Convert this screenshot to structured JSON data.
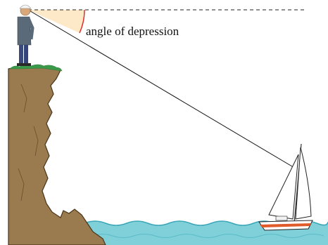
{
  "diagram": {
    "angle_label": "angle of depression",
    "elements": {
      "observer": "person-standing-on-cliff",
      "cliff": "rocky-cliff",
      "sea": "water-waves",
      "boat": "sailboat"
    },
    "colors": {
      "cliff_fill": "#9a7a4f",
      "cliff_outline": "#4a3418",
      "grass": "#3a9a4a",
      "water": "#7fd0d8",
      "water_line": "#3aa6b8",
      "angle_fill": "#fde9c8",
      "angle_arc": "#e02a2a",
      "sight_line": "#111111",
      "horizontal_line": "#222222",
      "boat_hull_stripe": "#e05a2a",
      "person_shirt": "#5a6a78",
      "person_pants": "#3a4a7a"
    }
  }
}
